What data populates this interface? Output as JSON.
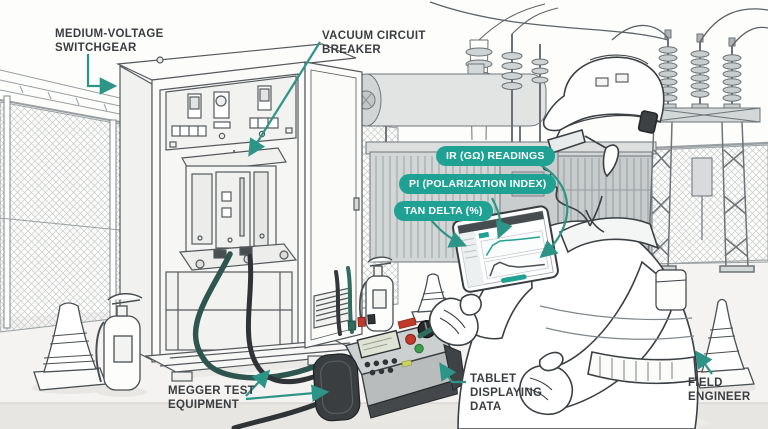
{
  "colors": {
    "accent_teal": "#1fa193",
    "arrow_teal": "#2d9488",
    "label_text": "#3b3e40",
    "pill_text": "#ffffff"
  },
  "callouts": {
    "switchgear": "MEDIUM-VOLTAGE\nSWITCHGEAR",
    "breaker": "VACUUM CIRCUIT\nBREAKER",
    "megger": "MEGGER TEST\nEQUIPMENT",
    "tablet": "TABLET\nDISPLAYING\nDATA",
    "engineer": "FIELD\nENGINEER"
  },
  "readings": [
    {
      "label": "IR (GΩ) READINGS"
    },
    {
      "label": "PI (POLARIZATION INDEX)"
    },
    {
      "label": "TAN DELTA (%)"
    }
  ]
}
